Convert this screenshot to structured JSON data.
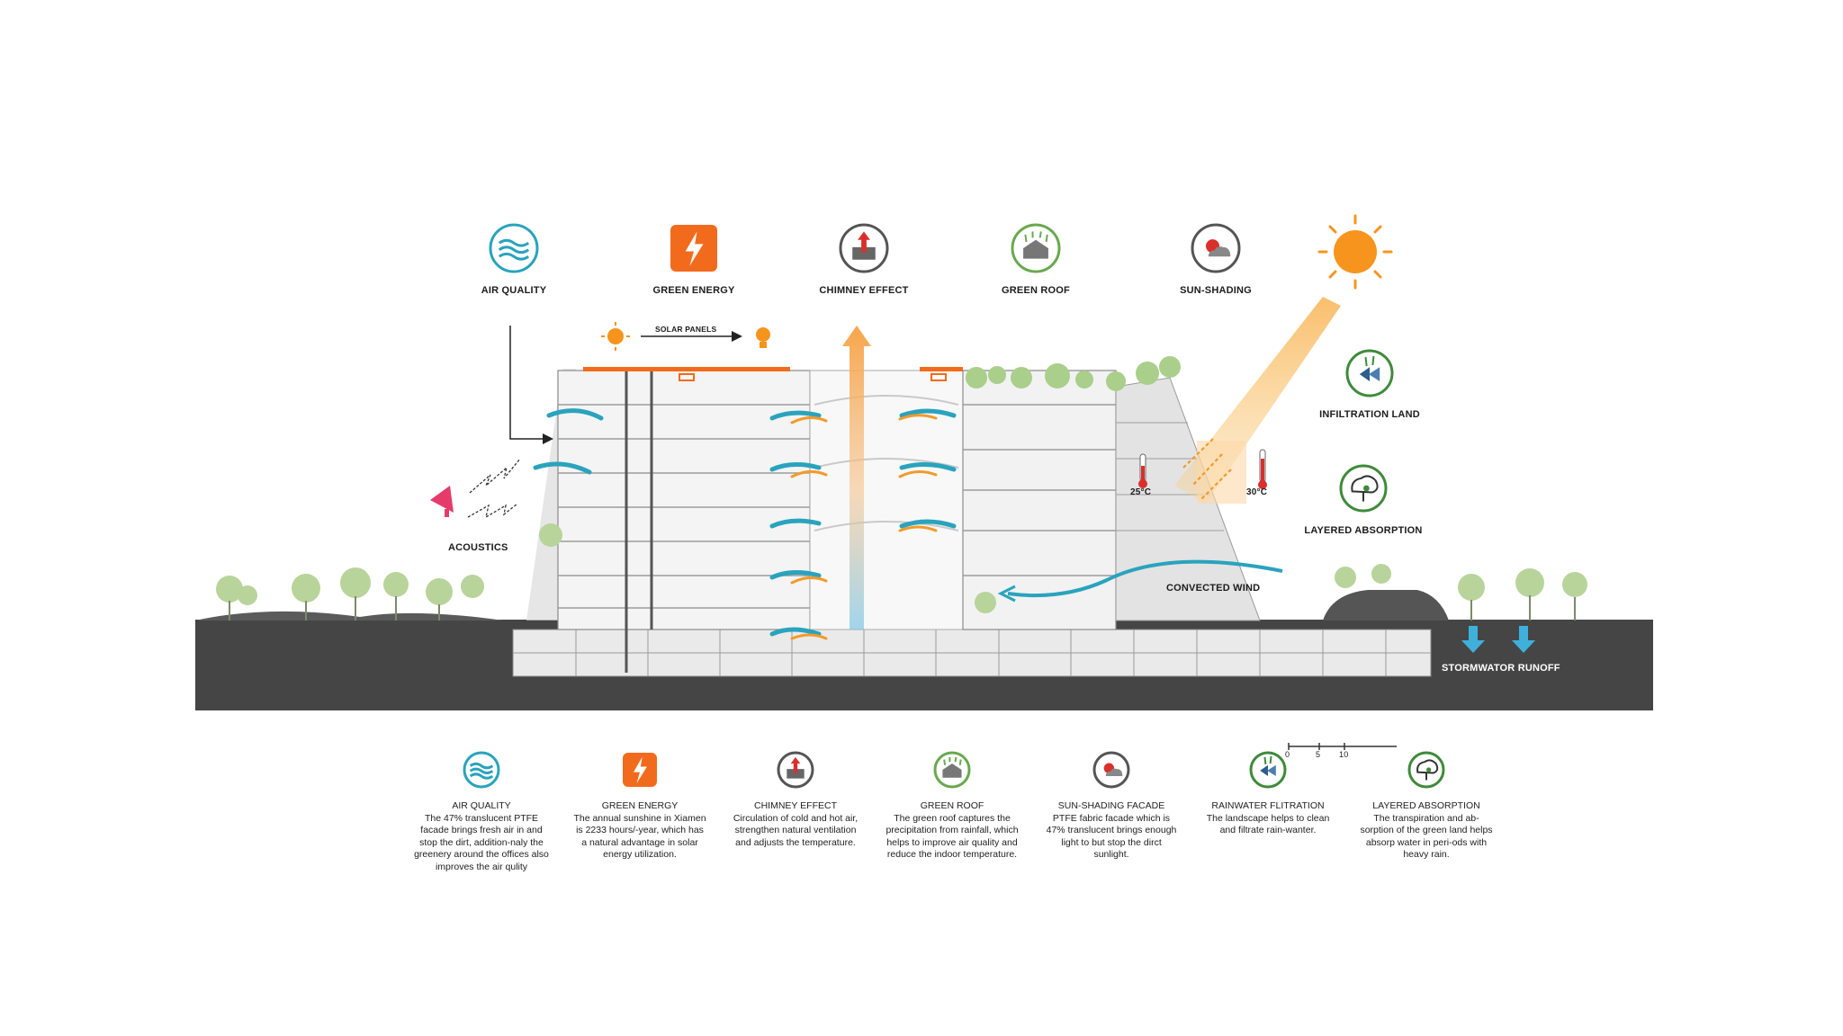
{
  "top_icons": [
    {
      "label": "AIR QUALITY",
      "icon": "wind-icon",
      "color": "#2aa3bd"
    },
    {
      "label": "GREEN ENERGY",
      "icon": "lightning-icon",
      "color": "#f26b1d"
    },
    {
      "label": "CHIMNEY EFFECT",
      "icon": "house-arrow-icon",
      "color": "#d9302c"
    },
    {
      "label": "GREEN ROOF",
      "icon": "green-roof-icon",
      "color": "#6aa84f"
    },
    {
      "label": "SUN-SHADING",
      "icon": "sun-cloud-icon",
      "color": "#d9302c"
    }
  ],
  "side_icons": [
    {
      "label": "INFILTRATION LAND",
      "icon": "infiltration-icon",
      "color": "#3f8a3a"
    },
    {
      "label": "LAYERED ABSORPTION",
      "icon": "tree-absorption-icon",
      "color": "#3f8a3a"
    }
  ],
  "diagram_labels": {
    "solar_panels": "SOLAR PANELS",
    "acoustics": "ACOUSTICS",
    "convected_wind": "CONVECTED WIND",
    "stormwater_runoff": "STORMWATOR RUNOFF",
    "temp_inside": "25°C",
    "temp_outside": "30°C"
  },
  "scale_bar": {
    "ticks": [
      "0",
      "5",
      "10"
    ]
  },
  "legend": [
    {
      "title": "AIR QUALITY",
      "icon": "wind-icon",
      "text": "The 47% translucent PTFE facade brings fresh air in and stop the dirt, addition-naly the greenery around the offices also improves the air qulity"
    },
    {
      "title": "GREEN ENERGY",
      "icon": "lightning-icon",
      "text": "The annual sunshine in Xiamen is 2233 hours/-year, which has a natural advantage in solar energy utilization."
    },
    {
      "title": "CHIMNEY EFFECT",
      "icon": "house-arrow-icon",
      "text": "Circulation of cold and hot air, strengthen natural ventilation and  adjusts the temperature."
    },
    {
      "title": "GREEN ROOF",
      "icon": "green-roof-icon",
      "text": "The green roof  captures the precipitation from rainfall, which helps to improve air quality and reduce the indoor temperature."
    },
    {
      "title": "SUN-SHADING FACADE",
      "icon": "sun-cloud-icon",
      "text": "PTFE fabric facade which is 47% translucent brings enough light to but stop the dirct sunlight."
    },
    {
      "title": "RAINWATER FLITRATION",
      "icon": "infiltration-icon",
      "text": "The landscape helps to clean and filtrate rain-wanter."
    },
    {
      "title": "LAYERED ABSORPTION",
      "icon": "tree-absorption-icon",
      "text": "The transpiration and ab-sorption of the green land helps absorp water in peri-ods with heavy rain."
    }
  ]
}
